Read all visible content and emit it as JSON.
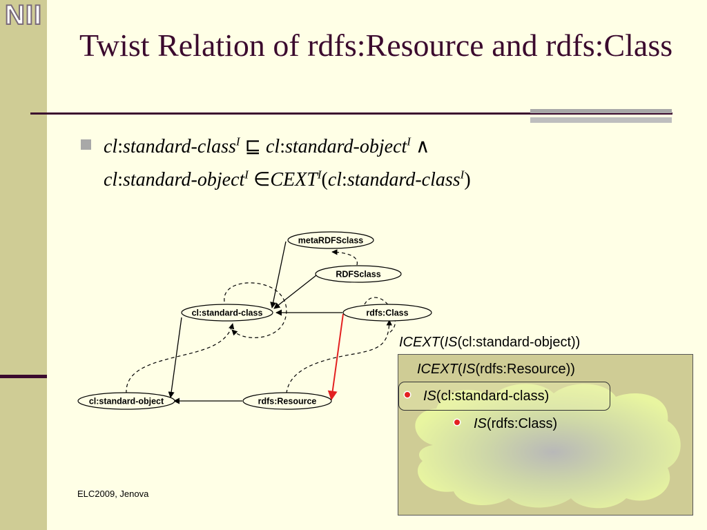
{
  "logo_text": "NII",
  "title": "Twist Relation of rdfs:Resource and rdfs:Class",
  "formula": {
    "line1": {
      "a": "cl",
      "b": ":",
      "c": "standard-class",
      "sup1": "I",
      "op1": " ⊑ ",
      "d": "cl",
      "e": ":",
      "f": "standard-object",
      "sup2": "I",
      "op2": " ∧"
    },
    "line2": {
      "a": "cl",
      "b": ":",
      "c": "standard-object",
      "sup1": "I",
      "op1": " ∈",
      "d": "CEXT",
      "sup2": "I",
      "op2": "(",
      "e": "cl",
      "f": ":",
      "g": "standard-class",
      "sup3": "I",
      "op3": ")"
    }
  },
  "diagram": {
    "nodes": {
      "metaRDFSclass": "metaRDFSclass",
      "RDFSclass": "RDFSclass",
      "standard_class": "cl:standard-class",
      "rdfs_class": "rdfs:Class",
      "standard_object": "cl:standard-object",
      "rdfs_resource": "rdfs:Resource"
    }
  },
  "sets": {
    "outer": {
      "func": "ICEXT",
      "open": "(",
      "inner": "IS",
      "arg": "(cl:standard-object))"
    },
    "resource": {
      "func": "ICEXT",
      "open": "(",
      "inner": "IS",
      "arg": "(rdfs:Resource))"
    },
    "std_class": {
      "inner": "IS",
      "arg": "(cl:standard-class)"
    },
    "rdfs_class": {
      "inner": "IS",
      "arg": "(rdfs:Class)"
    }
  },
  "colors": {
    "accent": "#3B0A2E",
    "sidebar": "#CFCC95",
    "highlight_arrow": "#E32020",
    "cloud": "#E8F5A0"
  },
  "footer": "ELC2009, Jenova"
}
